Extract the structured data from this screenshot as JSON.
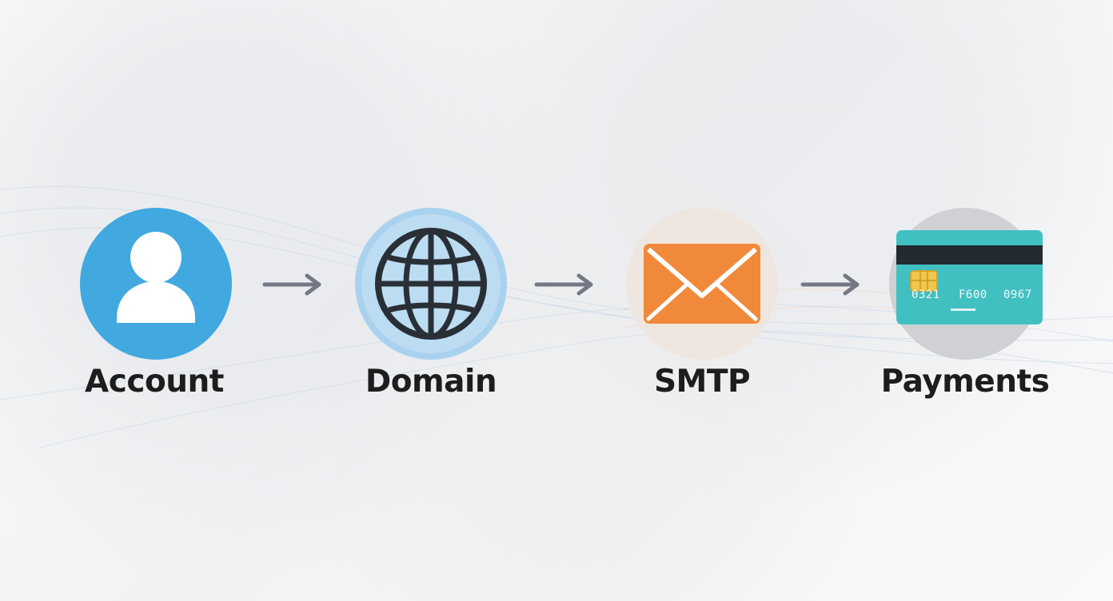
{
  "steps": [
    {
      "label": "Account"
    },
    {
      "label": "Domain"
    },
    {
      "label": "SMTP"
    },
    {
      "label": "Payments"
    }
  ],
  "card": {
    "number_part_1": "0321",
    "number_part_2": "F600",
    "number_part_3": "0967"
  },
  "colors": {
    "account_blue": "#41a9df",
    "domain_blue": "#bcdcf2",
    "globe_dark": "#2a2f36",
    "smtp_orange": "#f08a3a",
    "payment_teal": "#41c0c2",
    "arrow_gray": "#727985",
    "text_dark": "#1d1d1f"
  }
}
